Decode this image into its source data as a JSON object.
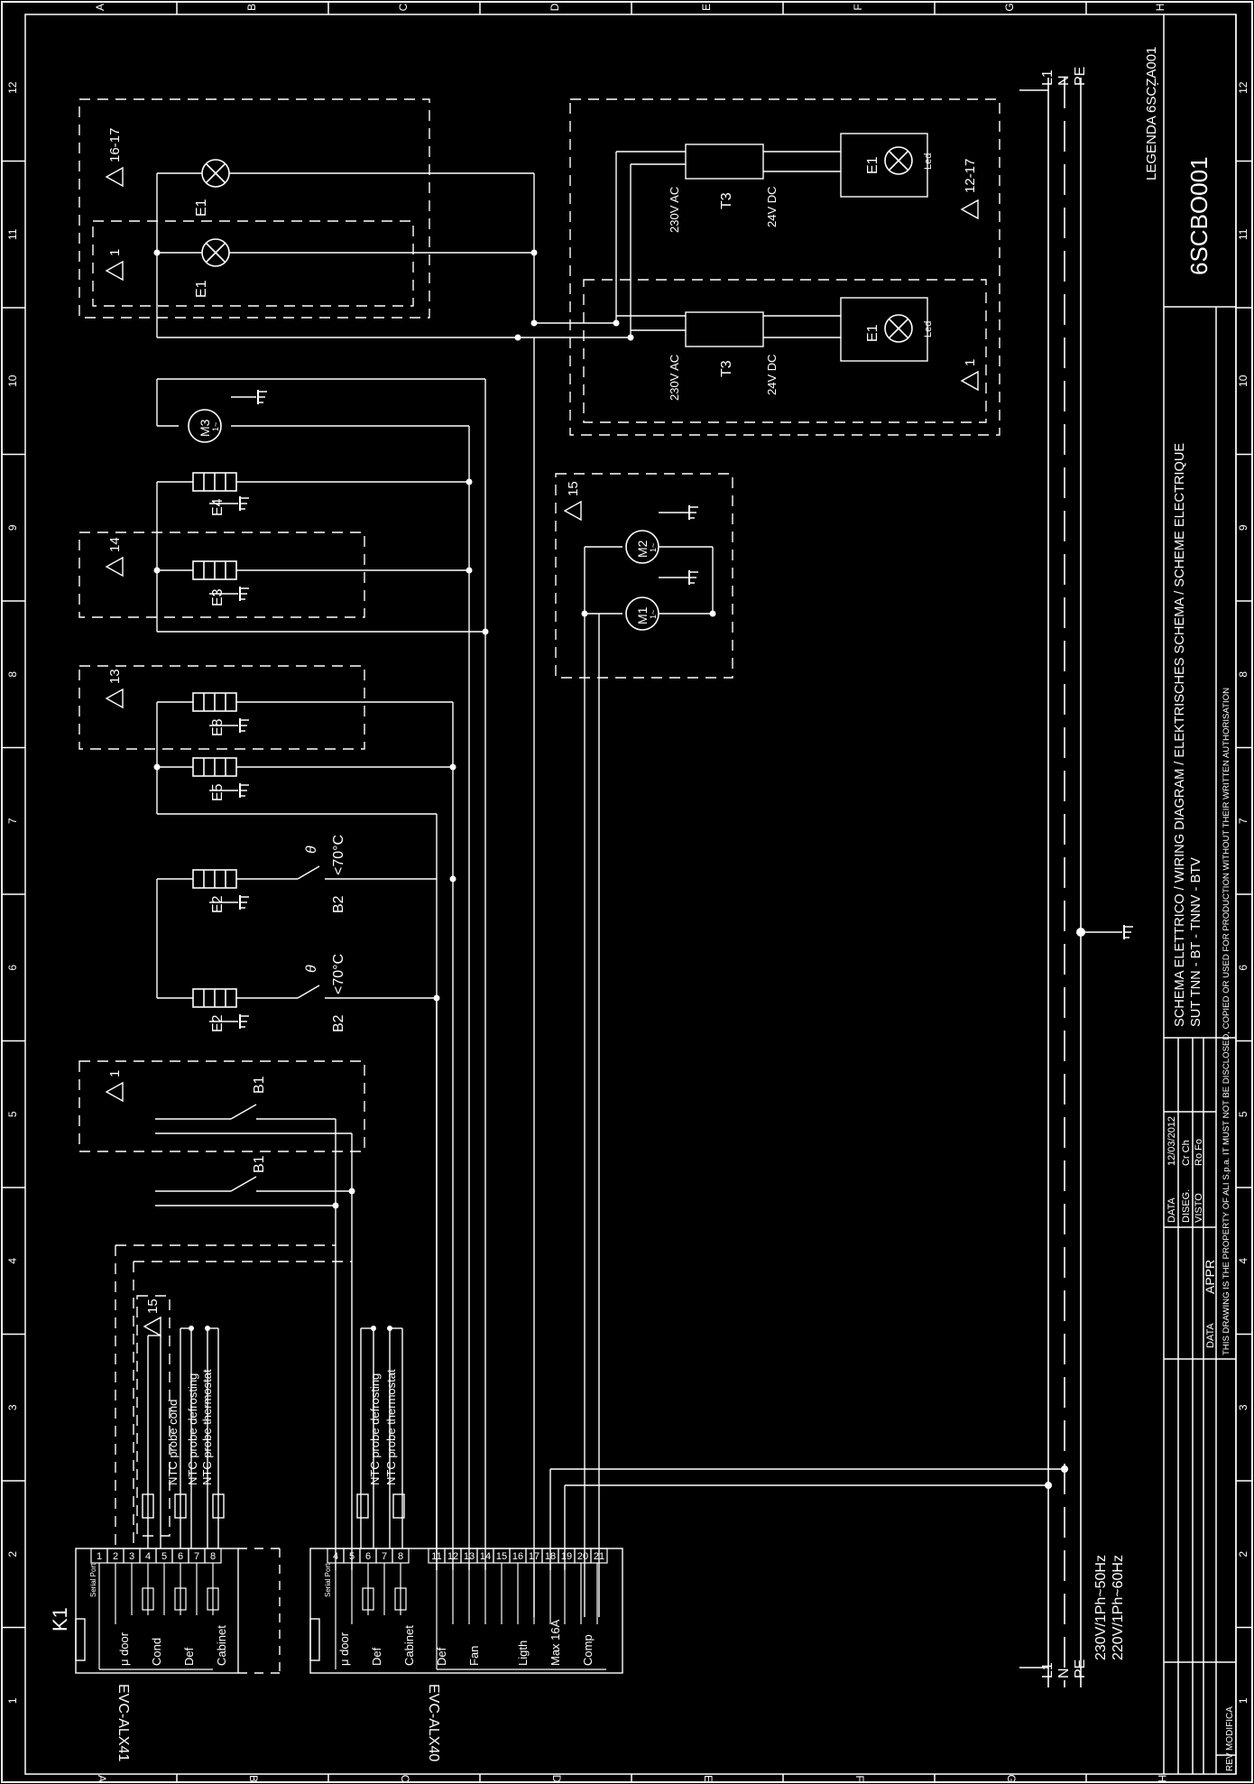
{
  "grid": {
    "columns": [
      "A",
      "B",
      "C",
      "D",
      "E",
      "F",
      "G",
      "H"
    ],
    "rows": [
      "12",
      "11",
      "10",
      "9",
      "8",
      "7",
      "6",
      "5",
      "4",
      "3",
      "2",
      "1"
    ]
  },
  "mains": {
    "top_labels": [
      "L1",
      "N",
      "PE"
    ],
    "bottom_labels": [
      "L1",
      "N",
      "PE"
    ],
    "supply_1": "230V/1Ph~50Hz",
    "supply_2": "220V/1Ph~60Hz"
  },
  "title_block": {
    "legend": "LEGENDA 6SCZA001",
    "dot": ".",
    "drawing_code": "6SCBO001",
    "title": "SCHEMA ELETTRICO / WIRING DIAGRAM / ELEKTRISCHES SCHEMA / SCHEME ELECTRIQUE",
    "subtitle": "SUT TNN - BT - TNNV - BTV",
    "data_label": "DATA",
    "data_value": "12/03/2012",
    "diseg_label": "DISEG.",
    "diseg_value": "Cr Ch",
    "visto_label": "VISTO",
    "visto_value": "Ro Fo",
    "appr_label": "APPR",
    "property_note": "THIS DRAWING IS THE PROPERTY OF ALI S.p.a. IT MUST NOT BE DISCLOSED, COPIED OR USED FOR PRODUCTION WITHOUT THEIR WRITTEN AUTHORISATION",
    "rev_label": "REV",
    "modifica_label": "MODIFICA",
    "data_col_label": "DATA"
  },
  "controllers": {
    "k1_label": "K1",
    "alx41_name": "EVC-ALX41",
    "alx40_name": "EVC-ALX40",
    "serial_port": "Serial Port",
    "alx41_terminals": [
      "1",
      "2",
      "3",
      "4",
      "5",
      "6",
      "7",
      "8"
    ],
    "alx40_terminals_a": [
      "4",
      "5",
      "6",
      "7",
      "8"
    ],
    "alx40_terminals_b": [
      "11",
      "12",
      "13",
      "14",
      "15",
      "16",
      "17",
      "18",
      "19",
      "20",
      "21"
    ],
    "alx41_inputs": [
      "μ door",
      "Cond",
      "Def",
      "Cabinet"
    ],
    "alx40_inputs": [
      "μ door",
      "Def",
      "Cabinet"
    ],
    "alx40_outputs": [
      "Def",
      "Fan",
      "Ligth",
      "Max 16A",
      "Comp"
    ]
  },
  "probes": {
    "alx41": [
      "NTC probe cond",
      "NTC probe defrosting",
      "NTC probe thermostat"
    ],
    "alx40": [
      "NTC probe defrosting",
      "NTC probe thermostat"
    ]
  },
  "components": {
    "lamp": "E1",
    "led": "Led",
    "transformer": "T3",
    "v_ac": "230V AC",
    "v_dc": "24V DC",
    "m1": "M1",
    "m2": "M2",
    "m3": "M3",
    "motor_sub": "1~",
    "e2": "E2",
    "e3": "E3",
    "e4": "E4",
    "e5": "E5",
    "e8": "E8",
    "b1": "B1",
    "b2": "B2",
    "theta": "θ",
    "temp_limit": "<70°C"
  },
  "variant_notes": {
    "n1": "1",
    "n12_17": "12-17",
    "n13": "13",
    "n14": "14",
    "n15": "15",
    "n16_17": "16-17"
  }
}
